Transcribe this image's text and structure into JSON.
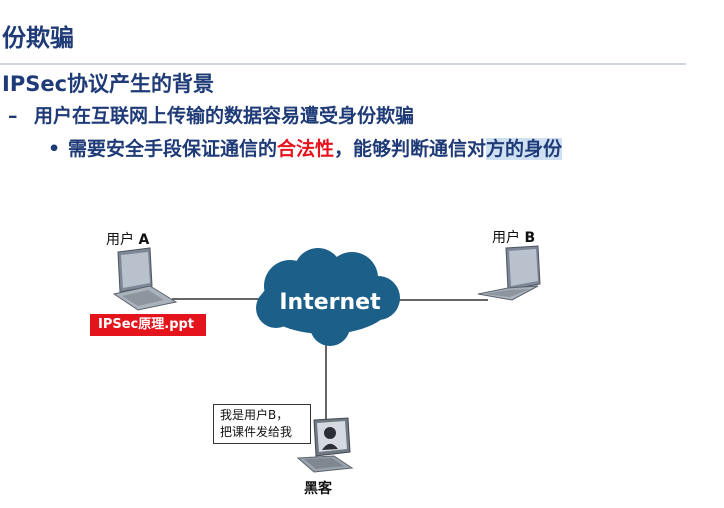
{
  "title": "份欺骗",
  "bullets": {
    "level1": "IPSec协议产生的背景",
    "level2_marker": "–",
    "level2": "用户在互联网上传输的数据容易遭受身份欺骗",
    "level3_marker": "•",
    "level3_part1": "需要安全手段保证通信的",
    "level3_red": "合法性",
    "level3_part2": "，能够判断通信对",
    "level3_highlight": "方的身份"
  },
  "diagram": {
    "user_a_prefix": "用户 ",
    "user_a_letter": "A",
    "user_b_prefix": "用户 ",
    "user_b_letter": "B",
    "file_name": "IPSec原理.ppt",
    "cloud_label": "Internet",
    "speech_line1": "我是用户B，",
    "speech_line2": "把课件发给我",
    "hacker_label": "黑客"
  },
  "colors": {
    "title": "#1f3b77",
    "red_text": "#e6141e",
    "badge": "#e3141b",
    "cloud": "#1c5f88",
    "highlight": "#cfe0f3"
  },
  "icons": [
    "laptop-icon",
    "cloud-icon",
    "hacker-terminal-icon"
  ]
}
